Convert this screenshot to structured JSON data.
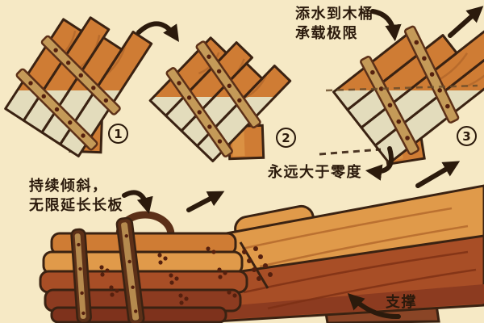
{
  "diagram": {
    "title_hint": "tilted wooden bucket (barrel theory) cartoon",
    "labels": {
      "add_water": "添水到木桶\n承载极限",
      "tilt": "持续倾斜，\n无限延长长板",
      "angle": "永远大于零度",
      "support": "支撑"
    },
    "steps": [
      "1",
      "2",
      "3"
    ],
    "colors": {
      "bg": "#f6e9c5",
      "ink": "#2b1a0c",
      "outline": "#3a2212",
      "wood_light": "#e09a4a",
      "wood_mid": "#cf7c34",
      "wood_dark": "#a84e26",
      "wood_deep": "#8c3b20",
      "plank_pale": "#e3dcbc",
      "strap": "#5c3018",
      "strap_light": "#c49a58",
      "rivet": "#55200e",
      "block": "#8a4526"
    }
  }
}
